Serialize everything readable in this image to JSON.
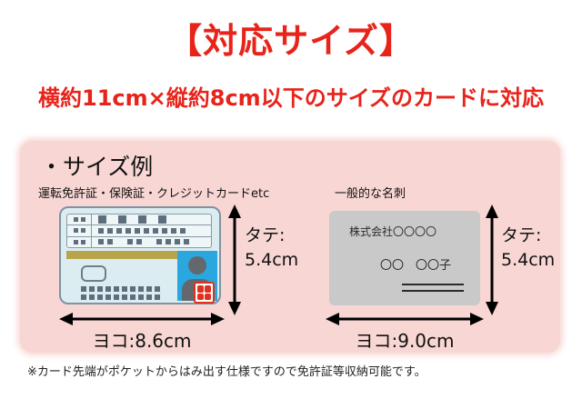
{
  "page": {
    "title": "【対応サイズ】",
    "subtitle": "横約11cm×縦約8cm以下のサイズのカードに対応",
    "footnote": "※カード先端がポケットからはみ出す仕様ですので免許証等収納可能です。"
  },
  "size_examples": {
    "heading": "・サイズ例",
    "license_card": {
      "caption": "運転免許証・保険証・クレジットカードetc",
      "height_label_title": "タテ:",
      "height_label_value": "5.4cm",
      "width_label": "ヨコ:8.6cm"
    },
    "business_card": {
      "caption": "一般的な名刺",
      "company_text": "株式会社〇〇〇〇",
      "name_text": "〇〇　〇〇子",
      "height_label_title": "タテ:",
      "height_label_value": "5.4cm",
      "width_label": "ヨコ:9.0cm"
    }
  },
  "icons": {
    "vertical_double_arrow": "↕",
    "horizontal_double_arrow": "↔",
    "person_silhouette": "person",
    "seal_stamp": "red-seal"
  },
  "colors": {
    "accent_red": "#e8231a",
    "panel_pink": "#f8d6d3",
    "license_card_bg": "#dcedf1",
    "license_card_border": "#7f93a0",
    "photo_blue": "#29a7de",
    "id_band_olive": "#b8a44a",
    "detail_square_gray": "#5f6e7d",
    "business_card_gray": "#c9c9c9",
    "seal_red": "#e0301e",
    "silhouette_gray": "#63686e"
  }
}
